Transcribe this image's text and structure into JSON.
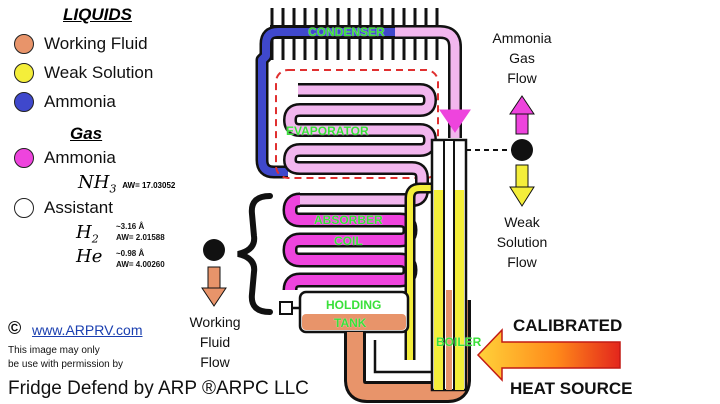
{
  "legend": {
    "liquids_title": "LIQUIDS",
    "gas_title": "Gas",
    "items": [
      {
        "label": "Working Fluid",
        "color": "#e8946a"
      },
      {
        "label": "Weak Solution",
        "color": "#f4ee3a"
      },
      {
        "label": "Ammonia",
        "color": "#3f48cc"
      }
    ],
    "gas_items": [
      {
        "label": "Ammonia",
        "color": "#ee44dd"
      },
      {
        "label": "Assistant",
        "color": "#ffffff"
      }
    ],
    "formulas": {
      "nh3": "NH",
      "nh3_sub": "3",
      "nh3_aw": "AW= 17.03052",
      "h": "H",
      "h_sub": "2",
      "h_size": "~3.16 Å",
      "h_aw": "AW= 2.01588",
      "he": "He",
      "he_size": "~0.98 Å",
      "he_aw": "AW= 4.00260"
    }
  },
  "components": {
    "condenser": "CONDENSER",
    "evaporator": "EVAPORATOR",
    "absorber_line1": "ABSORBER",
    "absorber_line2": "COIL",
    "holding_line1": "HOLDING",
    "holding_line2": "TANK",
    "boiler": "BOILER"
  },
  "flows": {
    "ammonia_gas": [
      "Ammonia",
      "Gas",
      "Flow"
    ],
    "weak_solution": [
      "Weak",
      "Solution",
      "Flow"
    ],
    "working_fluid": [
      "Working",
      "Fluid",
      "Flow"
    ]
  },
  "heat": {
    "line1": "CALIBRATED",
    "line2": "HEAT SOURCE"
  },
  "credits": {
    "copyright": "©",
    "url": "www.ARPRV.com",
    "note_line1": "This image may only",
    "note_line2": "be use with permission by",
    "owner": "Fridge Defend by ARP ®ARPC LLC"
  }
}
